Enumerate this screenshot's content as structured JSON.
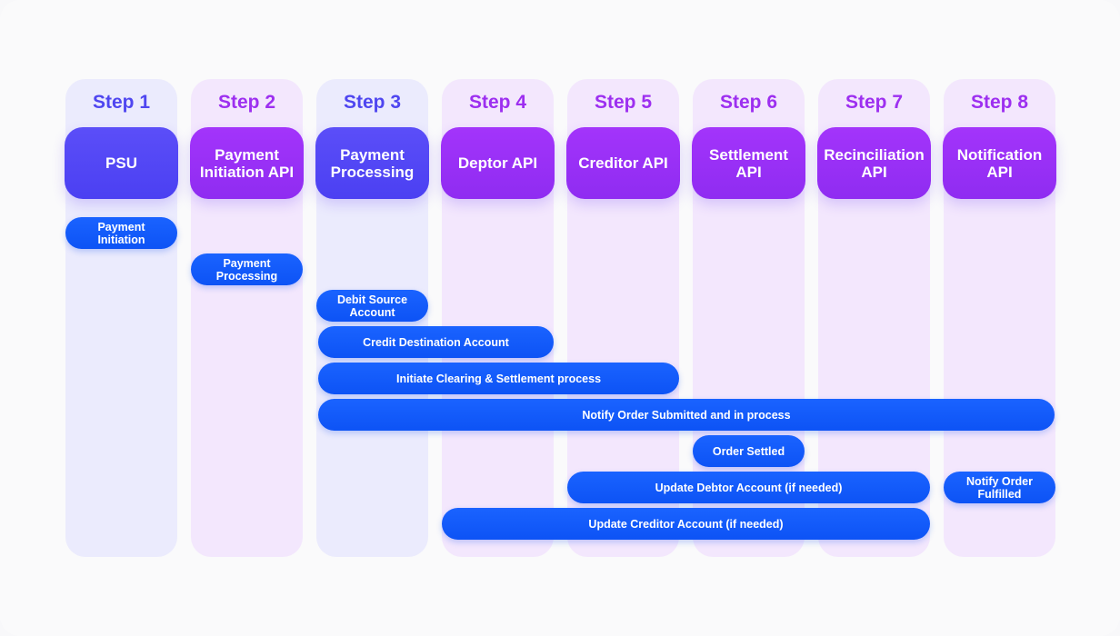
{
  "colors": {
    "column_blue": "#ebebfd",
    "column_purple": "#f3e7fd",
    "step_blue": "#4f46f0",
    "step_purple": "#9d2ff0",
    "actor_blue": "#5047f5",
    "actor_purple": "#9a31f7",
    "pill_blue": "#1159fa"
  },
  "steps": [
    {
      "label": "Step 1",
      "actor": "PSU",
      "tone": "blue"
    },
    {
      "label": "Step 2",
      "actor": "Payment Initiation API",
      "tone": "purple"
    },
    {
      "label": "Step 3",
      "actor": "Payment Processing",
      "tone": "blue"
    },
    {
      "label": "Step 4",
      "actor": "Deptor API",
      "tone": "purple"
    },
    {
      "label": "Step 5",
      "actor": "Creditor API",
      "tone": "purple"
    },
    {
      "label": "Step 6",
      "actor": "Settlement API",
      "tone": "purple"
    },
    {
      "label": "Step 7",
      "actor": "Recinciliation API",
      "tone": "purple"
    },
    {
      "label": "Step 8",
      "actor": "Notification API",
      "tone": "purple"
    }
  ],
  "actions": [
    {
      "label": "Payment Initiation"
    },
    {
      "label": "Payment Processing"
    },
    {
      "label": "Debit Source Account"
    },
    {
      "label": "Credit Destination Account"
    },
    {
      "label": "Initiate Clearing & Settlement process"
    },
    {
      "label": "Notify Order Submitted and in process"
    },
    {
      "label": "Order Settled"
    },
    {
      "label": "Update Debtor Account (if needed)"
    },
    {
      "label": "Notify Order Fulfilled"
    },
    {
      "label": "Update Creditor Account (if needed)"
    }
  ]
}
